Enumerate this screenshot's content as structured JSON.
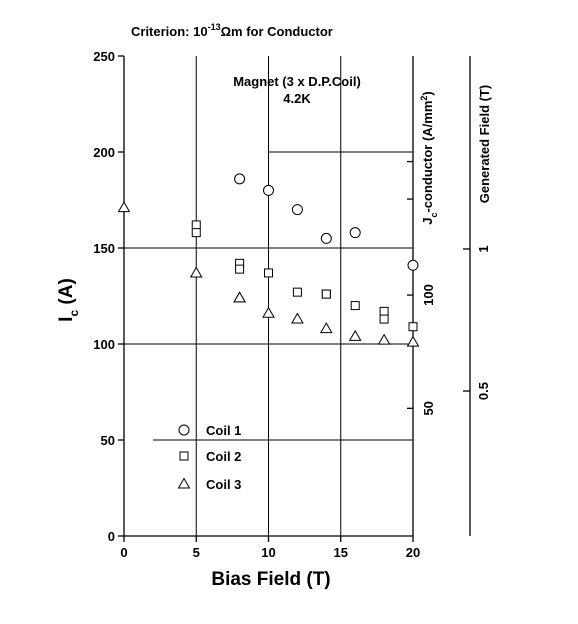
{
  "chart_data": {
    "type": "scatter",
    "criterion": {
      "prefix": "Criterion: 10",
      "exp": "-13",
      "unit": "Ωm for Conductor"
    },
    "annotation": {
      "line1": "Magnet (3 x D.P.Coil)",
      "line2": "4.2K"
    },
    "xlabel": "Bias Field (T)",
    "ylabel": {
      "main": "I",
      "sub": "c",
      "rest": " (A)"
    },
    "right_label": {
      "main": "J",
      "sub": "c",
      "rest": "-conductor (A/mm",
      "sup": "2",
      "close": ")"
    },
    "far_right_label": "Generated Field (T)",
    "xlim": [
      0,
      20
    ],
    "ylim": [
      0,
      250
    ],
    "x_ticks": [
      "0",
      "5",
      "10",
      "15",
      "20"
    ],
    "y_ticks": [
      "0",
      "50",
      "100",
      "150",
      "200",
      "250"
    ],
    "jc_ticks": [
      {
        "label": "50",
        "y": 66.5
      },
      {
        "label": "100",
        "y": 125.5
      }
    ],
    "field_ticks": [
      {
        "label": "0.5",
        "y": 75.5
      },
      {
        "label": "1",
        "y": 149.5
      }
    ],
    "grid": true,
    "legend_position": "bottom-left",
    "series": [
      {
        "name": "Coil 1",
        "marker": "circle",
        "x": [
          8,
          10,
          12,
          14,
          16,
          20
        ],
        "y": [
          186,
          180,
          170,
          155,
          158,
          141
        ]
      },
      {
        "name": "Coil 2",
        "marker": "square",
        "x": [
          5,
          5,
          8,
          8,
          10,
          12,
          14,
          14,
          16,
          18,
          18,
          20
        ],
        "y": [
          162,
          158,
          142,
          139,
          137,
          127,
          126,
          126,
          120,
          117,
          113,
          109
        ]
      },
      {
        "name": "Coil 3",
        "marker": "triangle",
        "x": [
          0,
          5,
          8,
          8,
          10,
          12,
          14,
          16,
          18,
          20
        ],
        "y": [
          171,
          137,
          124,
          124,
          116,
          113,
          108,
          104,
          102,
          101
        ]
      }
    ]
  }
}
